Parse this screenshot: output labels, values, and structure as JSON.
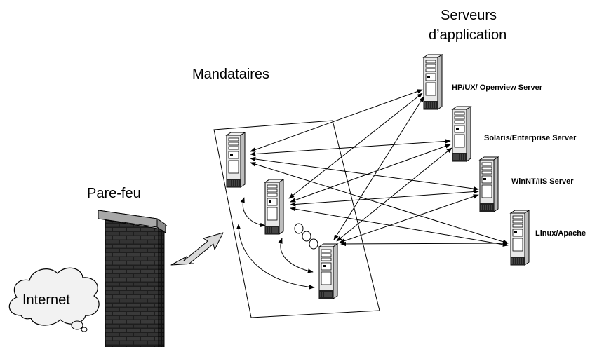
{
  "labels": {
    "servers_title_line1": "Serveurs",
    "servers_title_line2": "d’application",
    "proxies_title": "Mandataires",
    "firewall_title": "Pare-feu",
    "internet": "Internet"
  },
  "servers": [
    {
      "id": "hpux",
      "label": "HP/UX/ Openview Server"
    },
    {
      "id": "solaris",
      "label": "Solaris/Enterprise Server"
    },
    {
      "id": "winnt",
      "label": "WinNT/IIS Server"
    },
    {
      "id": "linux",
      "label": "Linux/Apache"
    }
  ],
  "icons": {
    "server": "server-tower-icon",
    "firewall": "brick-wall-icon",
    "cloud": "cloud-icon",
    "double_arrow": "bidirectional-arrow-icon"
  },
  "colors": {
    "line": "#000000",
    "tower_face": "#e6e6e6",
    "tower_side": "#c9c9c9",
    "brick": "#2b2b2b",
    "wall_cap": "#bdbdbd",
    "arrow_fill": "#d9d9d9"
  }
}
